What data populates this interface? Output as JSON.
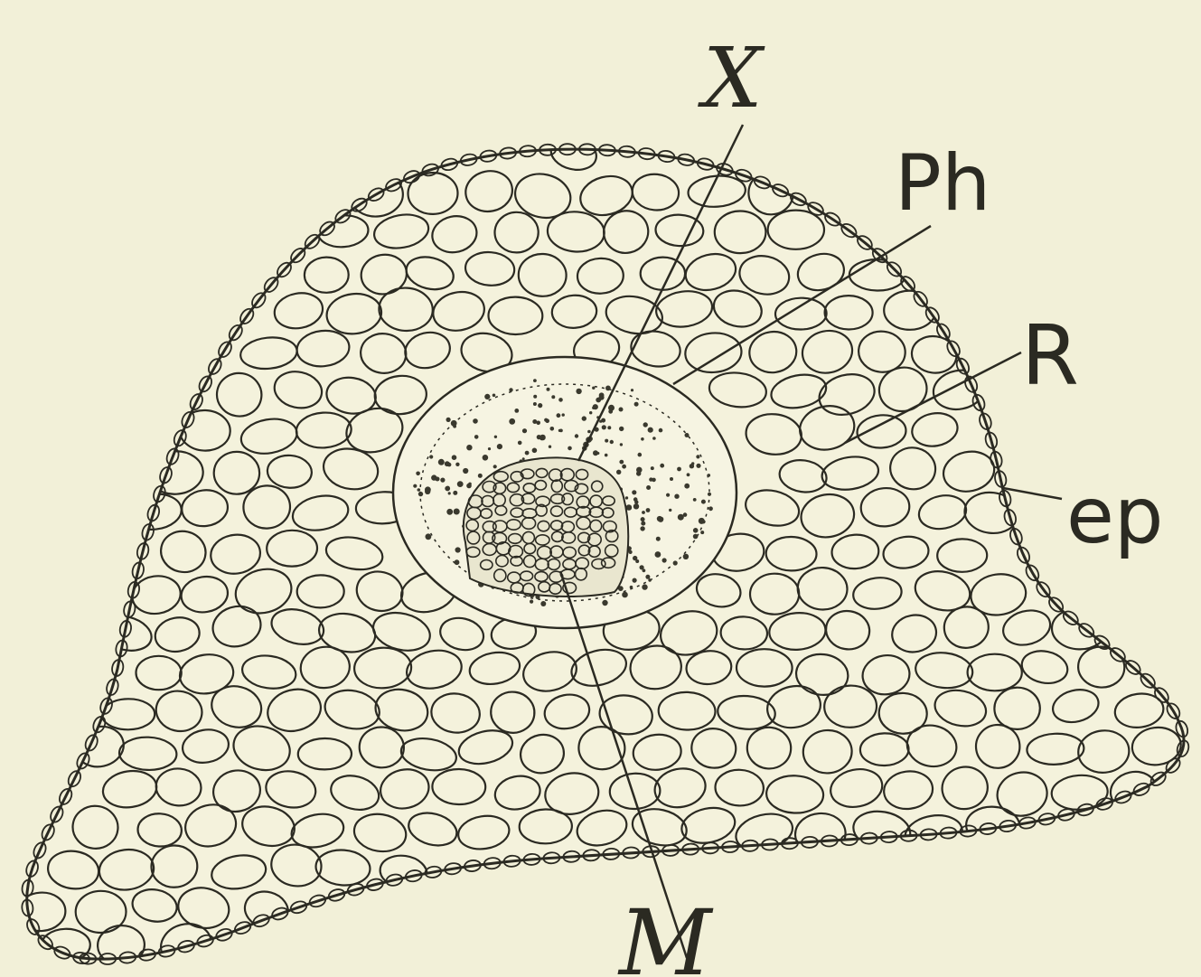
{
  "figure": {
    "background_color": "#f2f0d8",
    "ink_color": "#2b2a22",
    "labels": {
      "xylem": "X",
      "phloem": "Ph",
      "resin_parenchyma": "R",
      "epidermis": "ep",
      "mesophyll": "M"
    }
  }
}
